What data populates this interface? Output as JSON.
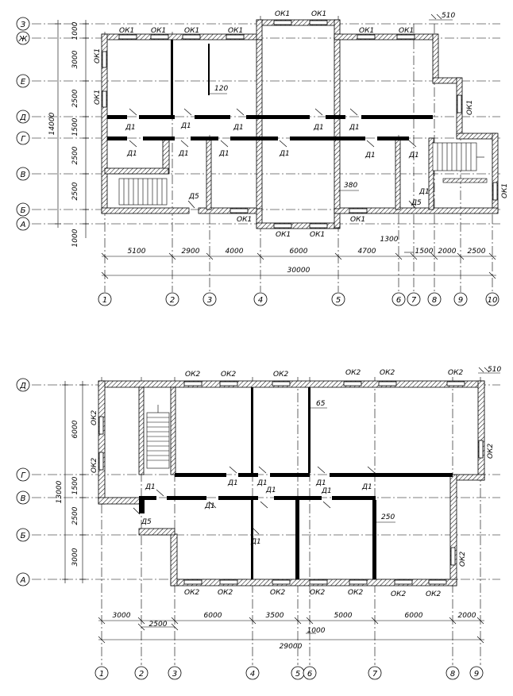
{
  "plan_upper": {
    "row_axes": [
      "З",
      "Ж",
      "Е",
      "Д",
      "Г",
      "В",
      "Б",
      "А"
    ],
    "col_axes": [
      "1",
      "2",
      "3",
      "4",
      "5",
      "6",
      "7",
      "8",
      "9",
      "10"
    ],
    "vertical_dims": [
      "1000",
      "3000",
      "2500",
      "1500",
      "2500",
      "2500",
      "1000"
    ],
    "overall_vertical": "14000",
    "horizontal_dims": [
      "5100",
      "2900",
      "4000",
      "6000",
      "4700",
      "1500",
      "2000",
      "2500"
    ],
    "extra_dim": "1300",
    "overall_horizontal": "30000",
    "wall_thickness_note": "510",
    "partition_note": "120",
    "wall_note": "380",
    "window_label": "ОК1",
    "door_label": "Д1",
    "door_label_5": "Д5"
  },
  "plan_lower": {
    "row_axes": [
      "Д",
      "Г",
      "В",
      "Б",
      "А"
    ],
    "col_axes": [
      "1",
      "2",
      "3",
      "4",
      "5",
      "6",
      "7",
      "8",
      "9"
    ],
    "vertical_dims": [
      "6000",
      "1500",
      "2500",
      "3000"
    ],
    "overall_vertical": "13000",
    "horizontal_dims": [
      "3000",
      "6000",
      "3500",
      "5000",
      "6000",
      "2000"
    ],
    "dim_2500": "2500",
    "dim_1000": "1000",
    "overall_horizontal": "29000",
    "wall_thickness_note": "510",
    "partition_note": "65",
    "wall_note": "250",
    "window_label": "ОК2",
    "door_label": "Д1",
    "door_label_5": "Д5"
  }
}
